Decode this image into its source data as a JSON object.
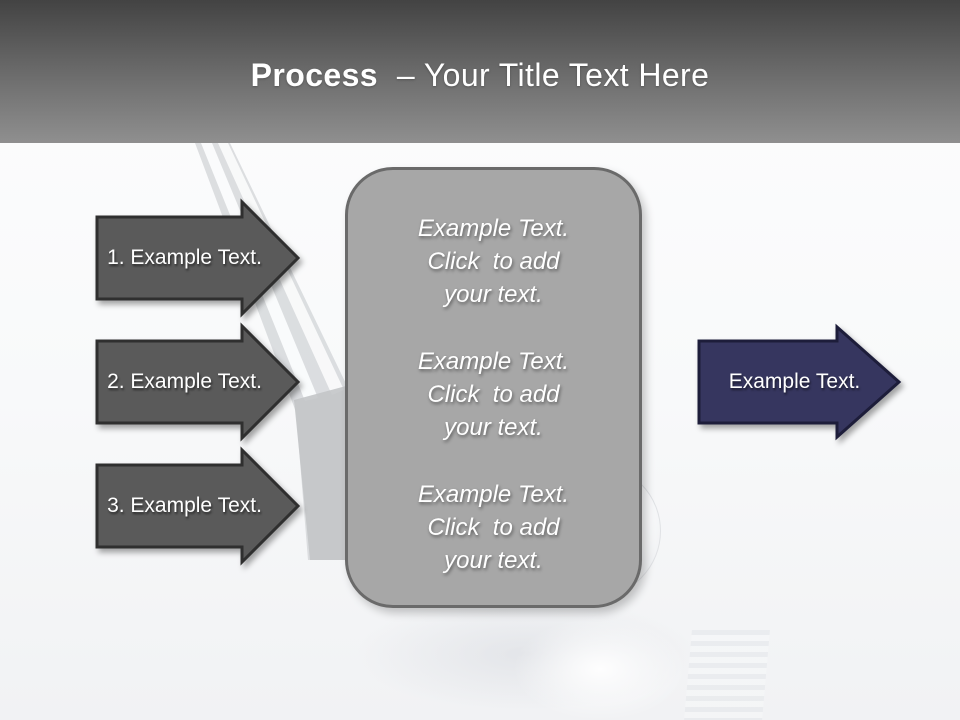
{
  "slide": {
    "title": {
      "bold": "Process",
      "rest": "– Your Title Text Here"
    }
  },
  "left_arrows": [
    {
      "label": "1. Example Text."
    },
    {
      "label": "2. Example Text."
    },
    {
      "label": "3. Example Text."
    }
  ],
  "center_box": {
    "blocks": [
      "Example Text.\nClick  to add\nyour text.",
      "Example Text.\nClick  to add\nyour text.",
      "Example Text.\nClick  to add\nyour text."
    ]
  },
  "right_arrow": {
    "label": "Example Text."
  },
  "colors": {
    "header_top": "#434343",
    "header_bottom": "#8f8f8f",
    "title_text": "#ffffff",
    "step_arrow_fill": "#5a5a5a",
    "step_arrow_border": "#2f2f2f",
    "result_arrow_fill": "#36365f",
    "result_arrow_border": "#1d1d3a",
    "center_box_fill": "#a7a7a7",
    "center_box_border": "#6a6a6a",
    "text_on_shapes": "#ffffff"
  }
}
